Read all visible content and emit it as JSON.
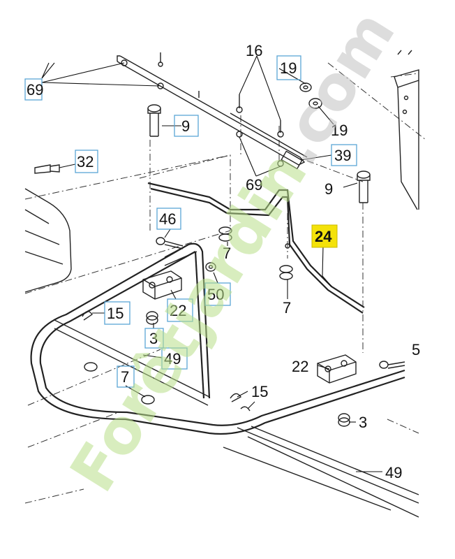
{
  "callouts": {
    "c69_left": "69",
    "c16_top": "16",
    "c19_a": "19",
    "c19_b": "19",
    "c9_left": "9",
    "c39": "39",
    "c32": "32",
    "c69_mid": "69",
    "c9_right": "9",
    "c46": "46",
    "c24": "24",
    "c7_a": "7",
    "c7_b": "7",
    "c50": "50",
    "c15_a": "15",
    "c22_a": "22",
    "c3_a": "3",
    "c49_a": "49",
    "c7_c": "7",
    "c22_b": "22",
    "c15_b": "15",
    "c3_b": "3",
    "c49_b": "49",
    "c5_right": "5"
  },
  "watermark": {
    "part1": "Forêt",
    "part2": "jardin",
    "part3": ".com"
  },
  "colors": {
    "callout_box": "#5aa6d6",
    "highlight": "#f4e20a",
    "watermark_green": "#b9e08a",
    "watermark_orange": "#f3b45a",
    "watermark_grey": "#c2c2c2"
  }
}
